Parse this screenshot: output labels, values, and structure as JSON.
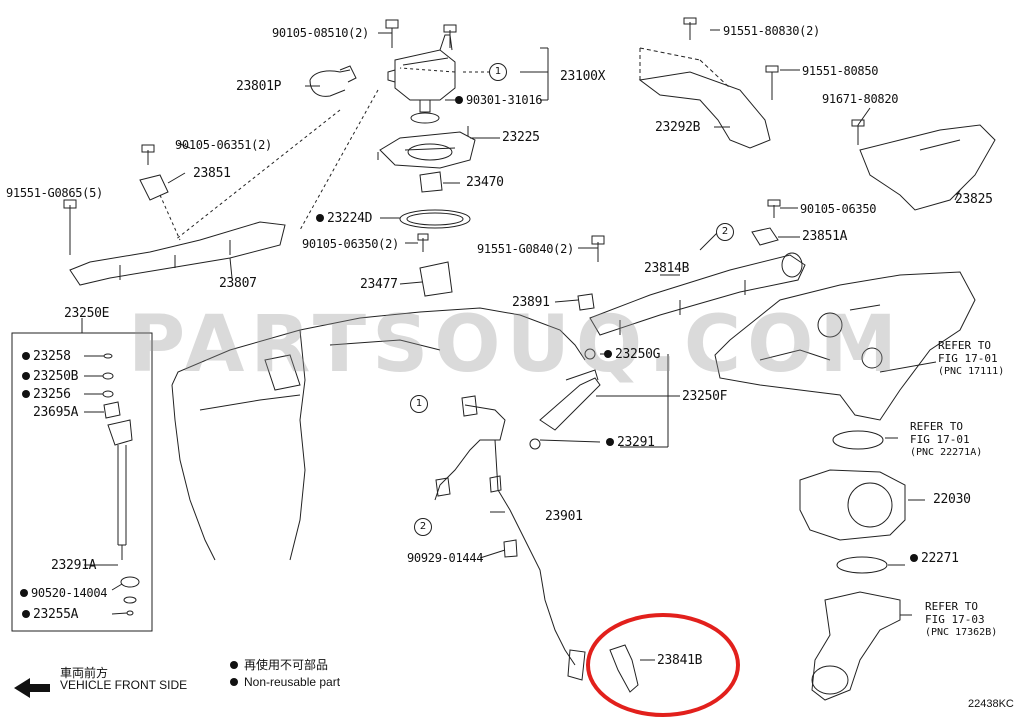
{
  "diagram_id": "22438KC",
  "watermark": "PARTSOUQ.COM",
  "colors": {
    "highlight": "#e2201c",
    "line": "#222222",
    "watermark": "#9a9a9a"
  },
  "legend": {
    "front_jp": "車両前方",
    "front_en": "VEHICLE FRONT SIDE",
    "reuse_jp": "再使用不可部品",
    "reuse_en": "Non-reusable part"
  },
  "parts": {
    "p90105_08510": "90105-08510(2)",
    "p23801P": "23801P",
    "p23100X": "23100X",
    "p90301_31016": "90301-31016",
    "p23225": "23225",
    "p90105_06351": "90105-06351(2)",
    "p23851": "23851",
    "p23470": "23470",
    "p91551_G0865": "91551-G0865(5)",
    "p23224D": "23224D",
    "p90105_06350b": "90105-06350(2)",
    "p23807": "23807",
    "p23477": "23477",
    "p91551_80830": "91551-80830(2)",
    "p91551_80850": "91551-80850",
    "p91671_80820": "91671-80820",
    "p23292B": "23292B",
    "p23825": "23825",
    "p90105_06350": "90105-06350",
    "p23851A": "23851A",
    "p91551_G0840": "91551-G0840(2)",
    "p23814B": "23814B",
    "p23891": "23891",
    "p23250E": "23250E",
    "p23258": "23258",
    "p23250B": "23250B",
    "p23256": "23256",
    "p23695A": "23695A",
    "p23250G": "23250G",
    "p23250F": "23250F",
    "p23291": "23291",
    "p23901": "23901",
    "p90929_01444": "90929-01444",
    "p23291A": "23291A",
    "p90520_14004": "90520-14004",
    "p23255A": "23255A",
    "p23841B": "23841B",
    "p22030": "22030",
    "p22271": "22271"
  },
  "callouts": {
    "one": "1",
    "two": "2"
  },
  "refers": [
    {
      "line1": "REFER TO",
      "line2": "FIG 17-01",
      "pnc": "(PNC 17111)"
    },
    {
      "line1": "REFER TO",
      "line2": "FIG 17-01",
      "pnc": "(PNC 22271A)"
    },
    {
      "line1": "REFER TO",
      "line2": "FIG 17-03",
      "pnc": "(PNC 17362B)"
    }
  ]
}
